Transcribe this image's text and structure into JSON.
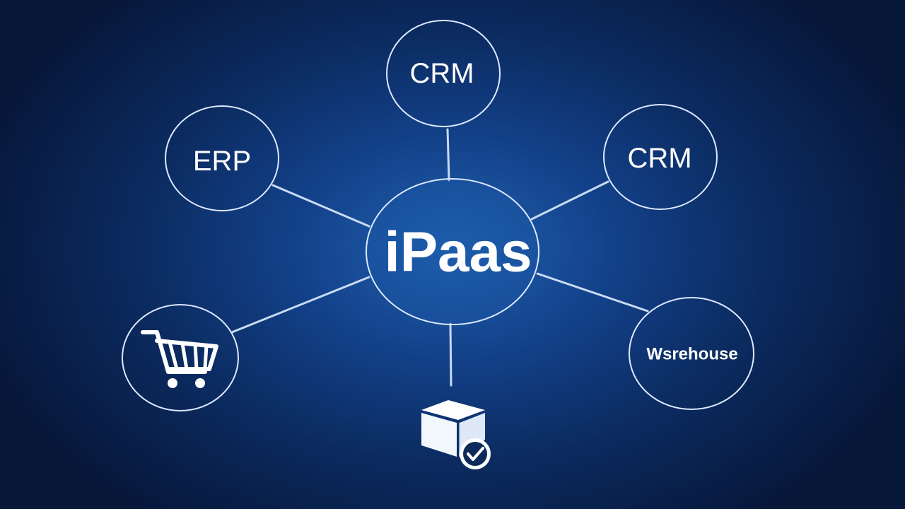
{
  "hub": {
    "label": "iPaas"
  },
  "nodes": {
    "crm_top": {
      "label": "CRM"
    },
    "erp": {
      "label": "ERP"
    },
    "crm_right": {
      "label": "CRM"
    },
    "warehouse": {
      "label": "Wsrehouse"
    },
    "cart": {
      "icon": "shopping-cart-icon"
    },
    "box": {
      "icon": "package-check-icon"
    }
  },
  "colors": {
    "background": "#0b2a5e",
    "glow": "#1f5fae",
    "stroke": "#dce8ff",
    "text": "#ffffff"
  }
}
